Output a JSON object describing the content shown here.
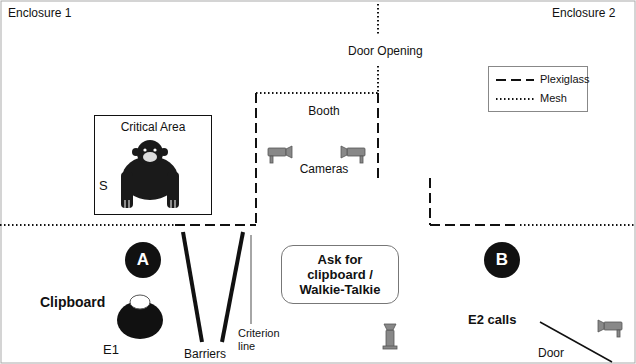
{
  "diagram": {
    "nodes": [
      {
        "text": [
          "Critical Area",
          "S"
        ]
      },
      {
        "text": [
          "Booth",
          "Cameras"
        ]
      },
      {
        "text": [
          "A"
        ]
      },
      {
        "text": [
          "B"
        ]
      },
      {
        "text": [
          "Ask for clipboard / Walkie-Talkie"
        ]
      }
    ],
    "labels": [
      "Enclosure 1",
      "Enclosure 2",
      "Door Opening",
      "Clipboard",
      "E1",
      "Barriers",
      "Criterion line",
      "E2 calls",
      "Door"
    ],
    "legend": [
      {
        "text": "Plexiglass"
      },
      {
        "text": "Mesh"
      }
    ]
  }
}
